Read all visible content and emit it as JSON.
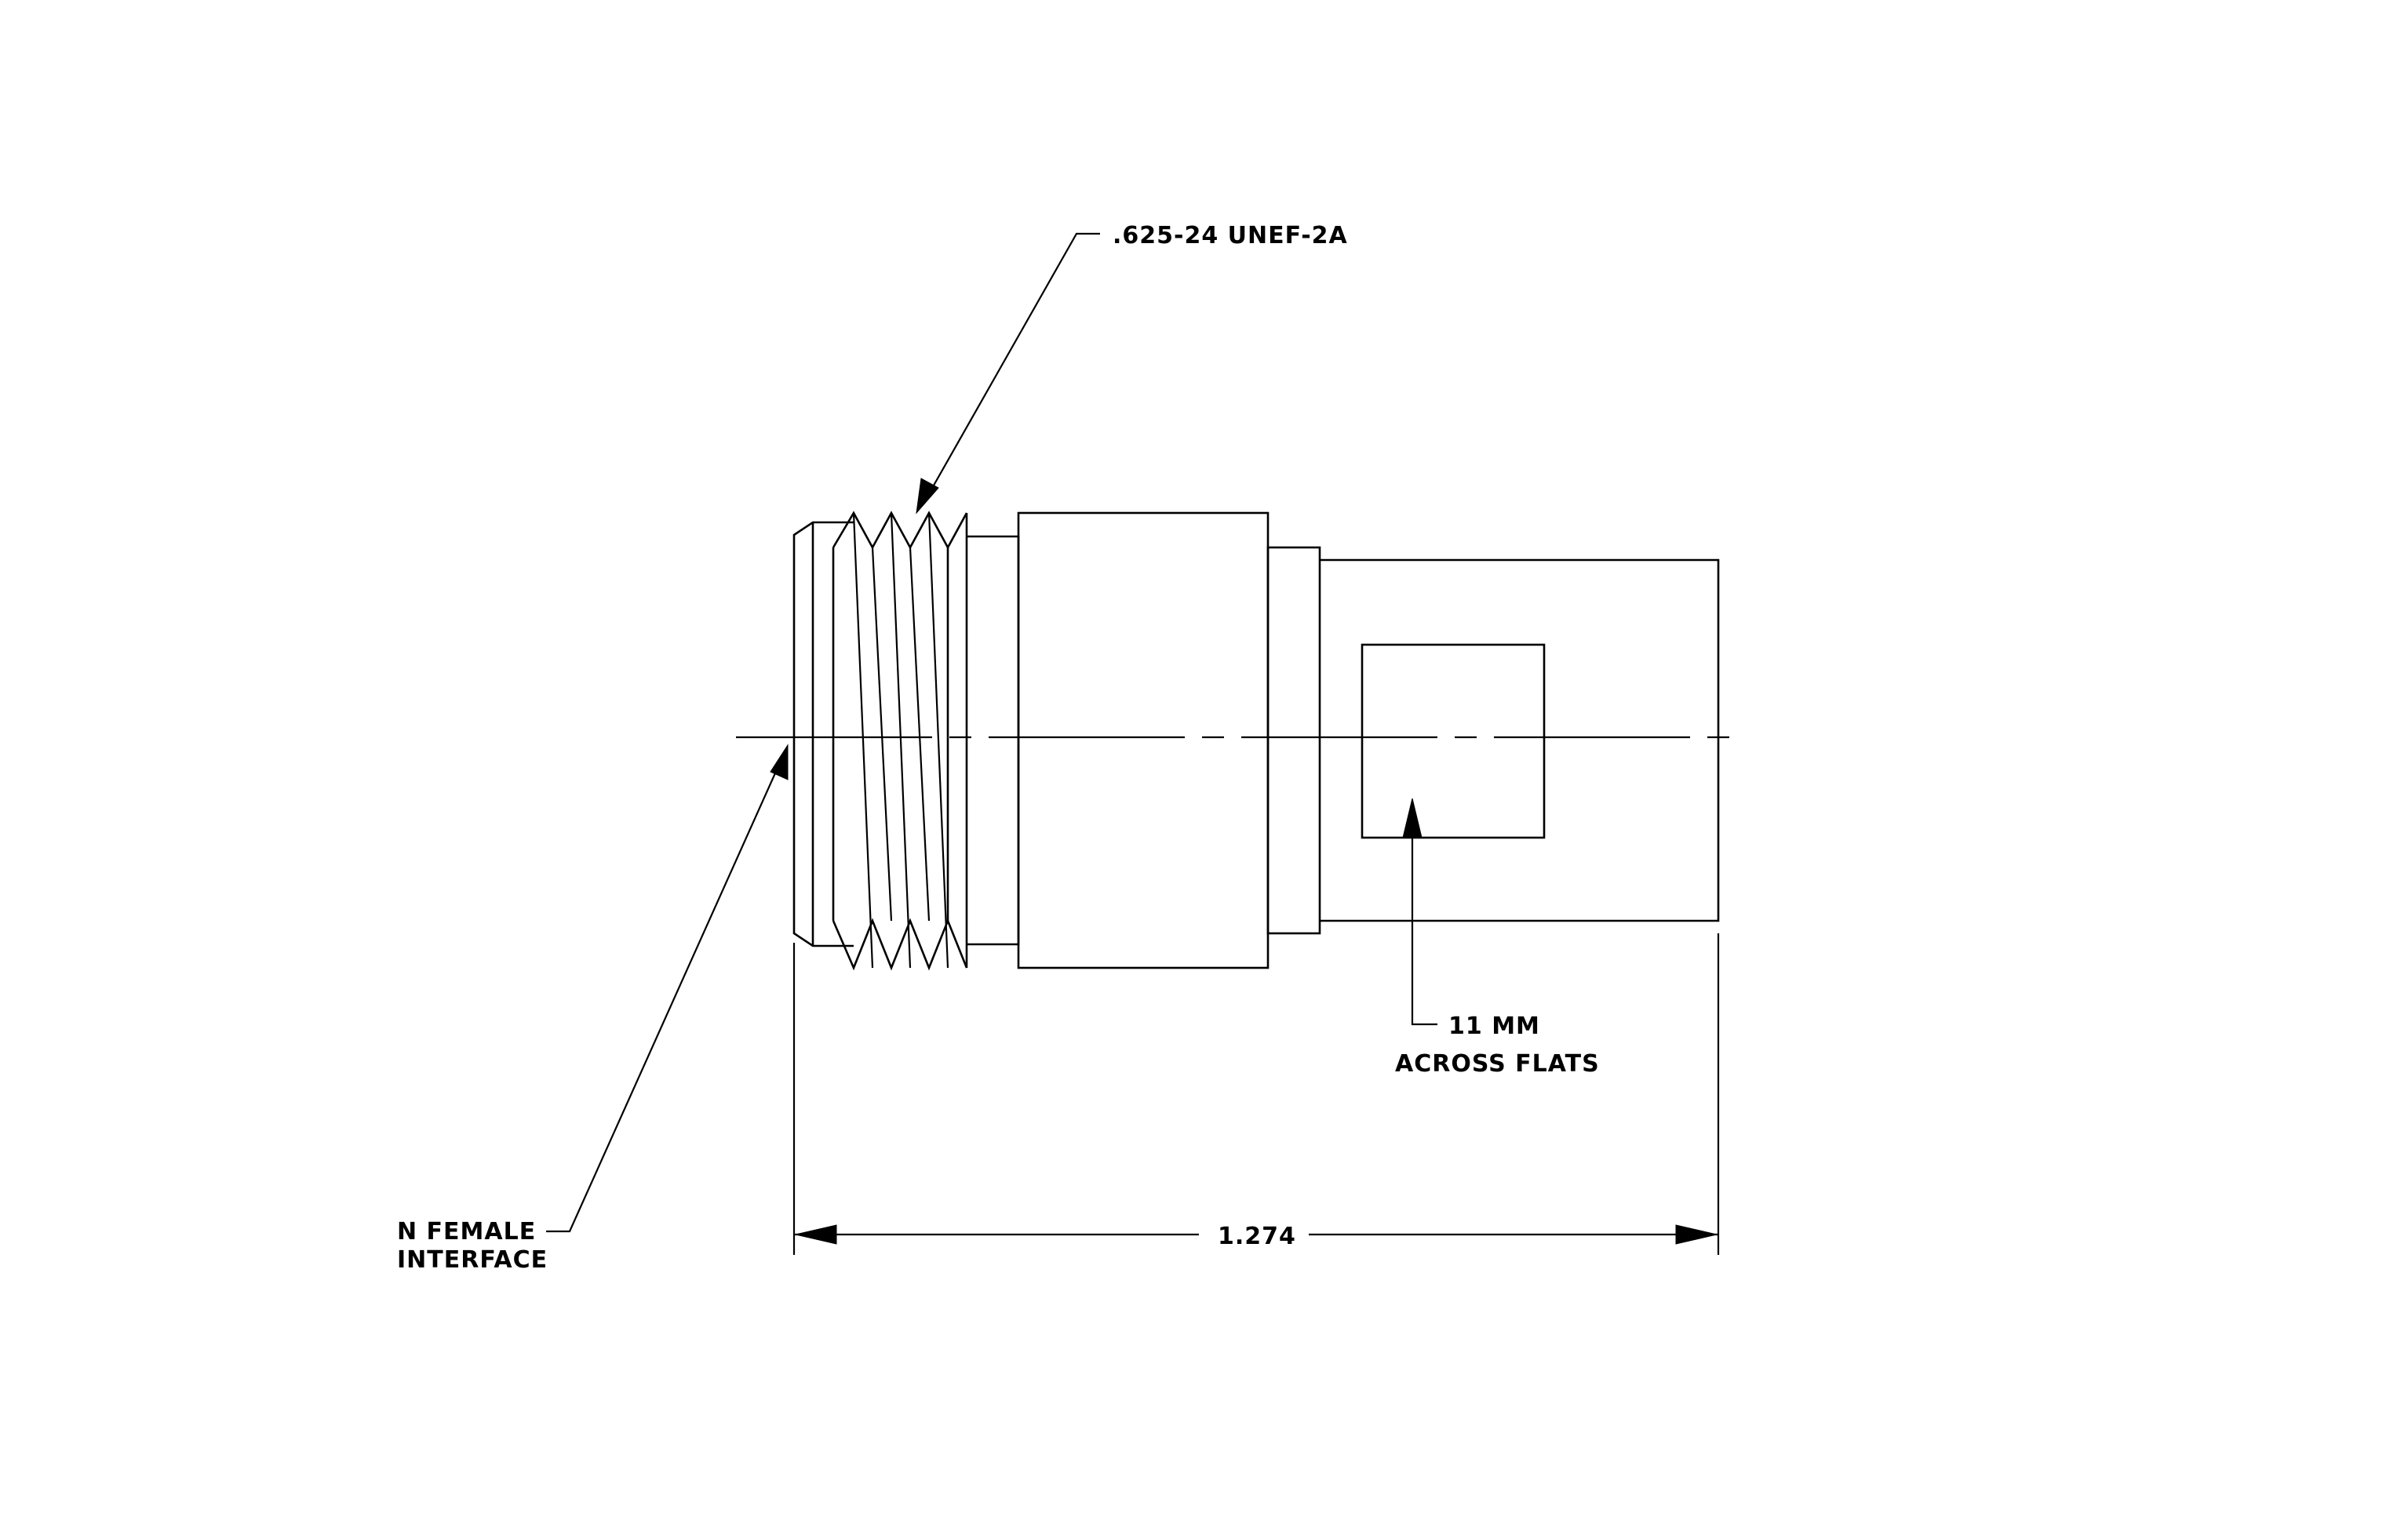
{
  "labels": {
    "thread_spec": ".625-24 UNEF-2A",
    "hex_size_line1": "11 MM",
    "hex_size_line2": "ACROSS FLATS",
    "interface_line1": "N FEMALE",
    "interface_line2": "INTERFACE",
    "overall_length": "1.274"
  },
  "colors": {
    "line": "#000000",
    "background": "#ffffff"
  }
}
